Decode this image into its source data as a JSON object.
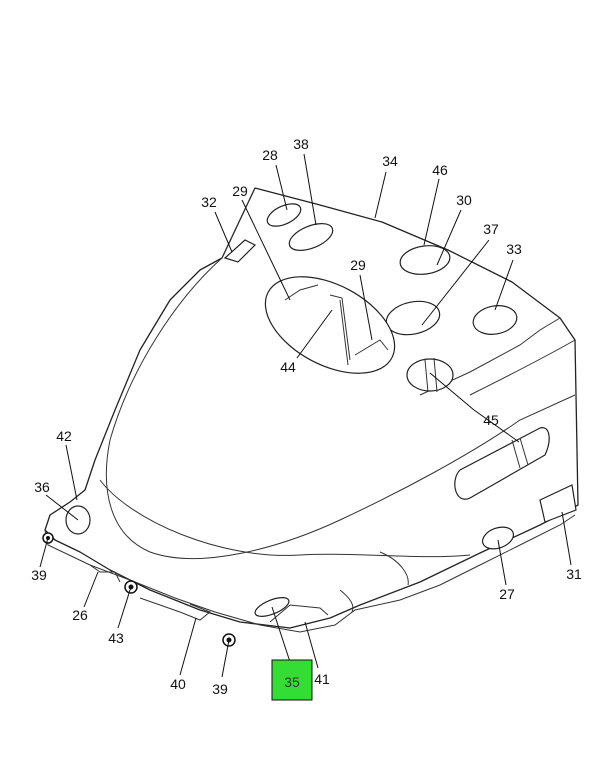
{
  "highlight_color": "#33dd33",
  "callouts": [
    {
      "id": "28",
      "label": "28"
    },
    {
      "id": "38",
      "label": "38"
    },
    {
      "id": "34",
      "label": "34"
    },
    {
      "id": "46",
      "label": "46"
    },
    {
      "id": "29a",
      "label": "29"
    },
    {
      "id": "32",
      "label": "32"
    },
    {
      "id": "30",
      "label": "30"
    },
    {
      "id": "37",
      "label": "37"
    },
    {
      "id": "33",
      "label": "33"
    },
    {
      "id": "29b",
      "label": "29"
    },
    {
      "id": "44",
      "label": "44"
    },
    {
      "id": "45",
      "label": "45"
    },
    {
      "id": "42",
      "label": "42"
    },
    {
      "id": "36",
      "label": "36"
    },
    {
      "id": "39a",
      "label": "39"
    },
    {
      "id": "26",
      "label": "26"
    },
    {
      "id": "43",
      "label": "43"
    },
    {
      "id": "40",
      "label": "40"
    },
    {
      "id": "39b",
      "label": "39"
    },
    {
      "id": "35",
      "label": "35",
      "highlighted": true
    },
    {
      "id": "41",
      "label": "41"
    },
    {
      "id": "27",
      "label": "27"
    },
    {
      "id": "31",
      "label": "31"
    }
  ]
}
